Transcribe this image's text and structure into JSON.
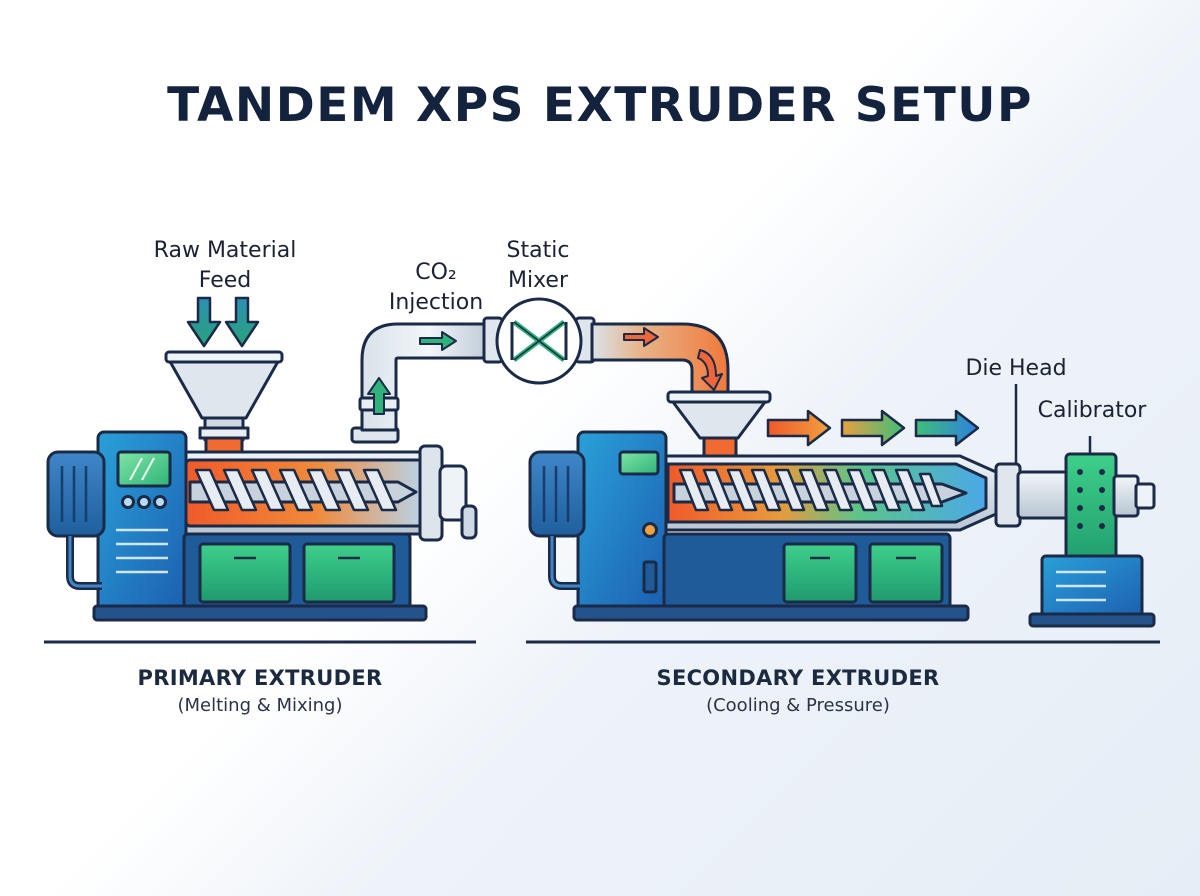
{
  "title": "TANDEM XPS EXTRUDER SETUP",
  "labels": {
    "raw_feed_line1": "Raw Material",
    "raw_feed_line2": "Feed",
    "co2_line1": "CO₂",
    "co2_line2": "Injection",
    "mixer_line1": "Static",
    "mixer_line2": "Mixer",
    "die_head": "Die Head",
    "calibrator": "Calibrator"
  },
  "primary": {
    "title": "PRIMARY EXTRUDER",
    "subtitle": "(Melting & Mixing)"
  },
  "secondary": {
    "title": "SECONDARY EXTRUDER",
    "subtitle": "(Cooling & Pressure)"
  },
  "colors": {
    "outline": "#1b2b47",
    "machine_blue": "#1f6fb8",
    "panel_green": "#2fb37a",
    "melt_orange": "#f06a32",
    "pipe_gray": "#c9d3dd"
  }
}
